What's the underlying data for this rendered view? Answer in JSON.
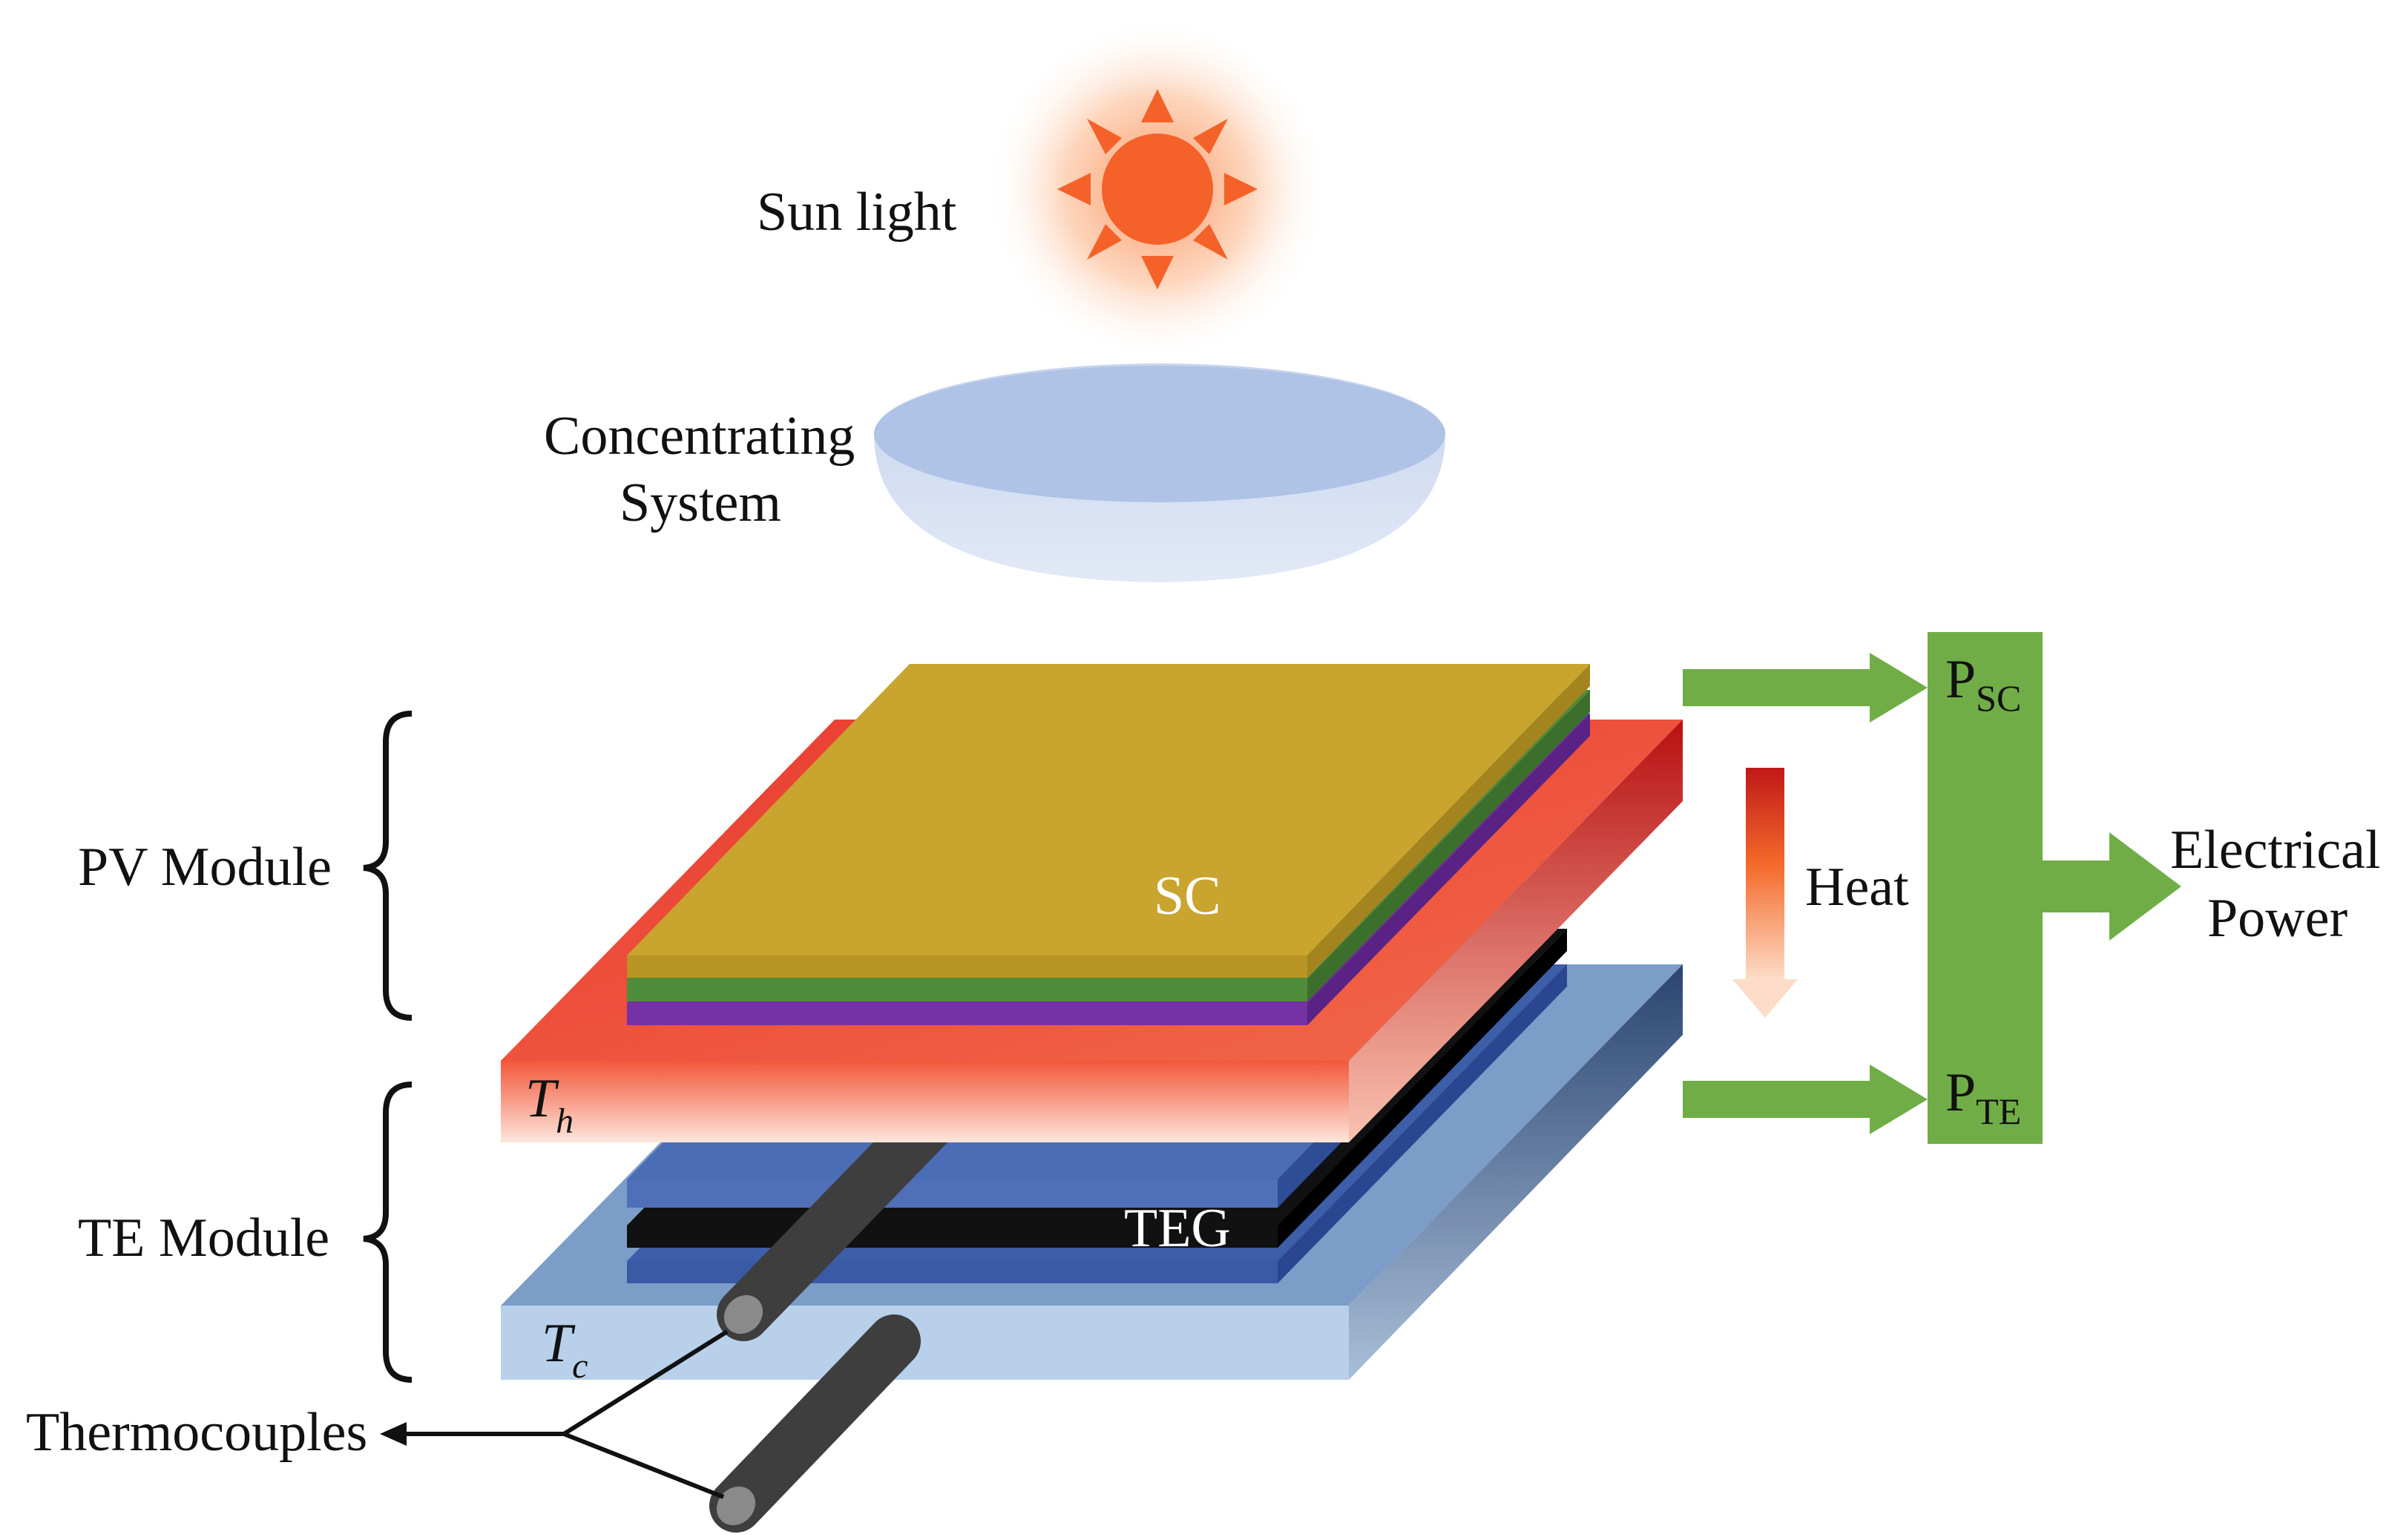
{
  "labels": {
    "sun_light": "Sun light",
    "concentrating_line1": "Concentrating",
    "concentrating_line2": "System",
    "pv_module": "PV Module",
    "te_module": "TE Module",
    "thermocouples": "Thermocouples",
    "sc": "SC",
    "teg": "TEG",
    "th_main": "T",
    "th_sub": "h",
    "tc_main": "T",
    "tc_sub": "c",
    "heat": "Heat",
    "psc_main": "P",
    "psc_sub": "SC",
    "pte_main": "P",
    "pte_sub": "TE",
    "electrical_line1": "Electrical",
    "electrical_line2": "Power"
  },
  "colors": {
    "sun": "#f4622a",
    "sun_glow": "#fbb58a",
    "lens_top": "#aec3e6",
    "lens_bottom": "#d4def2",
    "sc_top": "#c9a42f",
    "green_layer": "#4d8a3a",
    "purple_layer": "#7030a0",
    "hot_plate": "#e63a2e",
    "teg_blue": "#4466b0",
    "teg_black": "#111111",
    "cold_plate": "#b5cde8",
    "power_green": "#70ad47",
    "thermocouple": "#404040"
  }
}
